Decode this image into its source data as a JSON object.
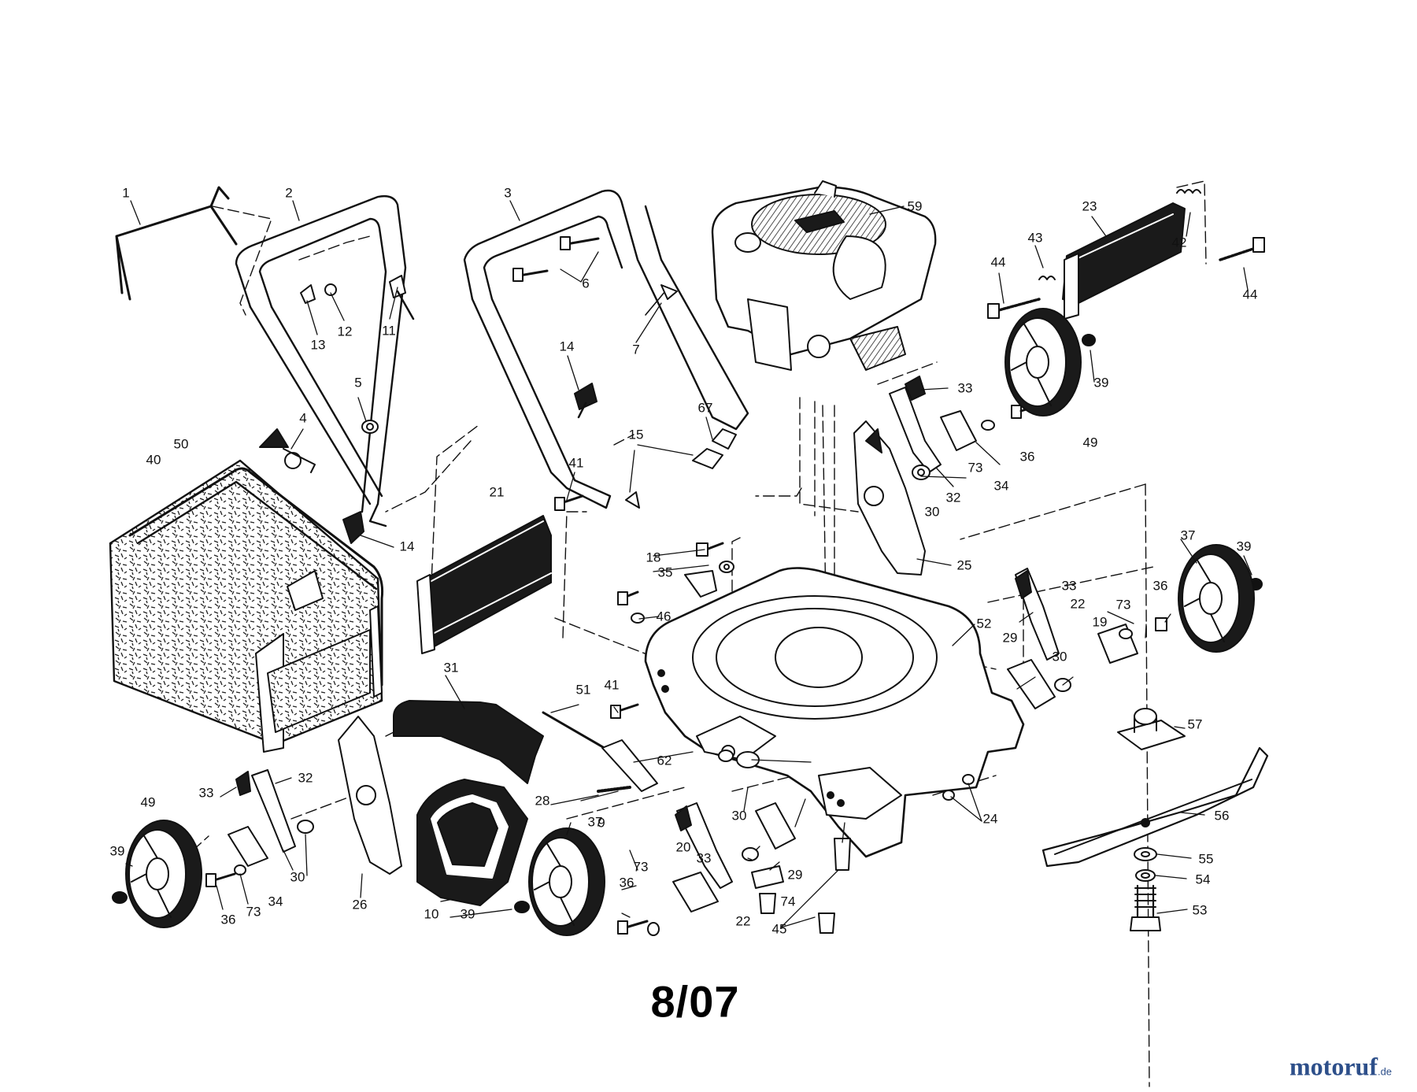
{
  "diagram": {
    "page_label": "8/07",
    "watermark": {
      "part1": "motoruf",
      "part2": "",
      "suffix": ".de"
    },
    "colors": {
      "line": "#111111",
      "fill_dark": "#1a1a1a",
      "fill_light": "#ffffff",
      "logo_blue": "#2d4f8a",
      "logo_red": "#8a2e2e"
    },
    "part_labels": [
      "1",
      "2",
      "3",
      "4",
      "5",
      "6",
      "7",
      "9",
      "10",
      "11",
      "12",
      "13",
      "14",
      "15",
      "18",
      "19",
      "20",
      "21",
      "22",
      "23",
      "24",
      "25",
      "26",
      "28",
      "29",
      "30",
      "31",
      "32",
      "33",
      "34",
      "35",
      "36",
      "37",
      "39",
      "40",
      "41",
      "42",
      "43",
      "44",
      "45",
      "46",
      "49",
      "50",
      "51",
      "52",
      "53",
      "54",
      "55",
      "56",
      "57",
      "59",
      "62",
      "67",
      "73",
      "74"
    ],
    "callouts": [
      {
        "id": "c-1",
        "text": "1"
      },
      {
        "id": "c-2",
        "text": "2"
      },
      {
        "id": "c-3",
        "text": "3"
      },
      {
        "id": "c-59",
        "text": "59"
      },
      {
        "id": "c-23",
        "text": "23"
      },
      {
        "id": "c-42",
        "text": "42"
      },
      {
        "id": "c-43",
        "text": "43"
      },
      {
        "id": "c-44a",
        "text": "44"
      },
      {
        "id": "c-44b",
        "text": "44"
      },
      {
        "id": "c-6",
        "text": "6"
      },
      {
        "id": "c-7",
        "text": "7"
      },
      {
        "id": "c-11",
        "text": "11"
      },
      {
        "id": "c-12",
        "text": "12"
      },
      {
        "id": "c-13",
        "text": "13"
      },
      {
        "id": "c-14a",
        "text": "14"
      },
      {
        "id": "c-14b",
        "text": "14"
      },
      {
        "id": "c-5",
        "text": "5"
      },
      {
        "id": "c-4",
        "text": "4"
      },
      {
        "id": "c-40",
        "text": "40"
      },
      {
        "id": "c-50",
        "text": "50"
      },
      {
        "id": "c-21",
        "text": "21"
      },
      {
        "id": "c-41a",
        "text": "41"
      },
      {
        "id": "c-15",
        "text": "15"
      },
      {
        "id": "c-67",
        "text": "67"
      },
      {
        "id": "c-33a",
        "text": "33"
      },
      {
        "id": "c-39a",
        "text": "39"
      },
      {
        "id": "c-49a",
        "text": "49"
      },
      {
        "id": "c-36a",
        "text": "36"
      },
      {
        "id": "c-73a",
        "text": "73"
      },
      {
        "id": "c-34a",
        "text": "34"
      },
      {
        "id": "c-32a",
        "text": "32"
      },
      {
        "id": "c-30a",
        "text": "30"
      },
      {
        "id": "c-25",
        "text": "25"
      },
      {
        "id": "c-18",
        "text": "18"
      },
      {
        "id": "c-35",
        "text": "35"
      },
      {
        "id": "c-46",
        "text": "46"
      },
      {
        "id": "c-52",
        "text": "52"
      },
      {
        "id": "c-37a",
        "text": "37"
      },
      {
        "id": "c-39b",
        "text": "39"
      },
      {
        "id": "c-33b",
        "text": "33"
      },
      {
        "id": "c-22a",
        "text": "22"
      },
      {
        "id": "c-73b",
        "text": "73"
      },
      {
        "id": "c-36b",
        "text": "36"
      },
      {
        "id": "c-19",
        "text": "19"
      },
      {
        "id": "c-29a",
        "text": "29"
      },
      {
        "id": "c-30b",
        "text": "30"
      },
      {
        "id": "c-31",
        "text": "31"
      },
      {
        "id": "c-51",
        "text": "51"
      },
      {
        "id": "c-41b",
        "text": "41"
      },
      {
        "id": "c-62",
        "text": "62"
      },
      {
        "id": "c-57",
        "text": "57"
      },
      {
        "id": "c-56",
        "text": "56"
      },
      {
        "id": "c-55",
        "text": "55"
      },
      {
        "id": "c-54",
        "text": "54"
      },
      {
        "id": "c-53",
        "text": "53"
      },
      {
        "id": "c-24",
        "text": "24"
      },
      {
        "id": "c-28",
        "text": "28"
      },
      {
        "id": "c-9",
        "text": "9"
      },
      {
        "id": "c-33c",
        "text": "33"
      },
      {
        "id": "c-32b",
        "text": "32"
      },
      {
        "id": "c-49b",
        "text": "49"
      },
      {
        "id": "c-39c",
        "text": "39"
      },
      {
        "id": "c-36c",
        "text": "36"
      },
      {
        "id": "c-73c",
        "text": "73"
      },
      {
        "id": "c-34b",
        "text": "34"
      },
      {
        "id": "c-30c",
        "text": "30"
      },
      {
        "id": "c-26",
        "text": "26"
      },
      {
        "id": "c-10",
        "text": "10"
      },
      {
        "id": "c-37b",
        "text": "37"
      },
      {
        "id": "c-39d",
        "text": "39"
      },
      {
        "id": "c-36d",
        "text": "36"
      },
      {
        "id": "c-73d",
        "text": "73"
      },
      {
        "id": "c-20",
        "text": "20"
      },
      {
        "id": "c-33d",
        "text": "33"
      },
      {
        "id": "c-22b",
        "text": "22"
      },
      {
        "id": "c-30d",
        "text": "30"
      },
      {
        "id": "c-29b",
        "text": "29"
      },
      {
        "id": "c-74",
        "text": "74"
      },
      {
        "id": "c-45",
        "text": "45"
      }
    ]
  }
}
